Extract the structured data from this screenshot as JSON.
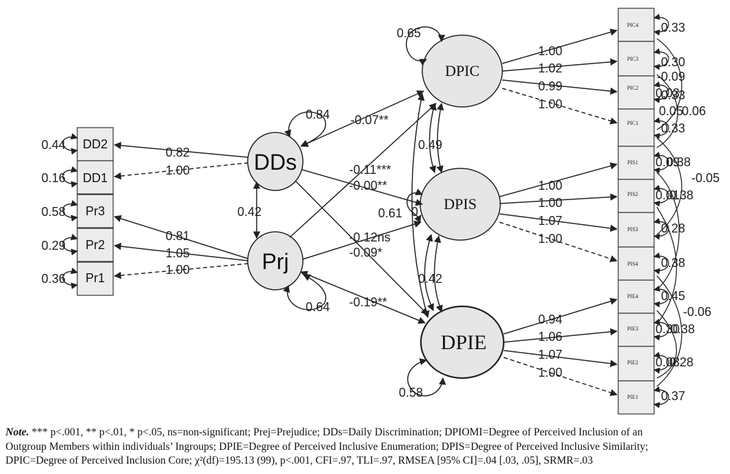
{
  "latents": {
    "dds": "DDs",
    "prj": "Prj",
    "dpic": "DPIC",
    "dpis": "DPIS",
    "dpie": "DPIE"
  },
  "left_indicators": [
    "DD2",
    "DD1",
    "Pr3",
    "Pr2",
    "Pr1"
  ],
  "left_residuals": [
    "0.44",
    "0.16",
    "0.58",
    "0.29",
    "0.36"
  ],
  "left_loadings": [
    "0.82",
    "1.00",
    "0.81",
    "1.05",
    "1.00"
  ],
  "latent_variances": {
    "dds": "0.84",
    "prj": "0.64",
    "dpic": "0.65",
    "dpis": "0.61",
    "dpie": "0.58"
  },
  "cov_dds_prj": "0.42",
  "structural_paths": {
    "dds_dpic": "-0.07**",
    "prj_dpic": "-0.11***",
    "dds_dpis": "-0.00**",
    "prj_dpis": "-0.12ns",
    "dds_dpie": "-0.09*",
    "prj_dpie": "-0.19**"
  },
  "dpis_extra": "0",
  "endo_cov": {
    "dpic_dpis": "0.49",
    "dpis_dpie": "0.42"
  },
  "right_indicators": [
    "PIC4",
    "PIC3",
    "PIC2",
    "PIC1",
    "PIS1",
    "PIS2",
    "PIS3",
    "PIS4",
    "PIE4",
    "PIE3",
    "PIE2",
    "PIE1"
  ],
  "right_loadings": [
    "1.00",
    "1.02",
    "0.99",
    "1.00",
    "1.00",
    "1.00",
    "1.07",
    "1.00",
    "0.94",
    "1.06",
    "1.07",
    "1.00"
  ],
  "right_residuals": [
    "0.33",
    "0.30",
    "0.33",
    "0.33",
    "0.38",
    "0.38",
    "0.28",
    "0.38",
    "0.45",
    "0.38",
    "0.28",
    "0.37"
  ],
  "right_overlap_labels": [
    "-0.09",
    "0.03",
    "0.05",
    "0.06",
    "0.09",
    "-0.05",
    "0.01",
    "-0.06",
    "0.30",
    "0.08"
  ],
  "note": {
    "label": "Note.",
    "line1": "*** p<.001, ** p<.01, * p<.05, ns=non-significant; Prej=Prejudice; DDs=Daily Discrimination; DPIOMI=Degree of Perceived Inclusion of an",
    "line2": "Outgroup Members within individuals’ Ingroups; DPIE=Degree of Perceived Inclusive Enumeration; DPIS=Degree of Perceived Inclusive Similarity;",
    "line3": "DPIC=Degree of Perceived Inclusion Core; χ²(df)=195.13 (99), p<.001, CFI=.97, TLI=.97, RMSEA [95% CI]=.04 [.03, .05], SRMR=.03"
  }
}
